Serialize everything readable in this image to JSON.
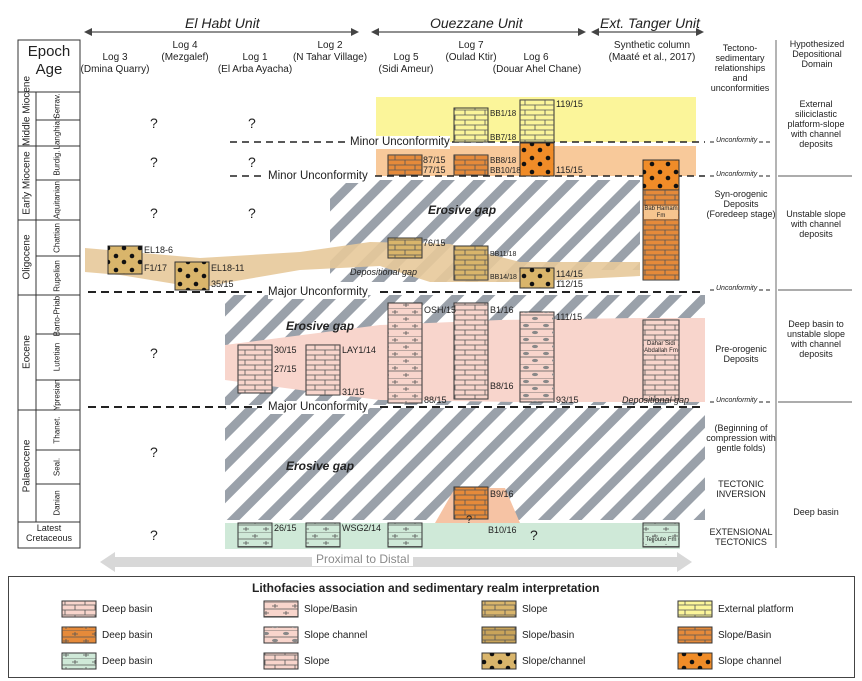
{
  "units": {
    "el_habt": "El Habt Unit",
    "ouezzane": "Ouezzane Unit",
    "tanger": "Ext. Tanger Unit"
  },
  "epoch_header": {
    "line1": "Epoch",
    "line2": "Age"
  },
  "logs": [
    {
      "id": "log3",
      "title": "Log 3",
      "sub": "(Dmina Quarry)"
    },
    {
      "id": "log4",
      "title": "Log 4",
      "sub": "(Mezgalef)"
    },
    {
      "id": "log1",
      "title": "Log 1",
      "sub": "(El Arba Ayacha)"
    },
    {
      "id": "log2",
      "title": "Log 2",
      "sub": "(N Tahar Village)"
    },
    {
      "id": "log5",
      "title": "Log 5",
      "sub": "(Sidi Ameur)"
    },
    {
      "id": "log7",
      "title": "Log 7",
      "sub": "(Oulad Ktir)"
    },
    {
      "id": "log6",
      "title": "Log 6",
      "sub": "(Douar Ahel Chane)"
    },
    {
      "id": "synth",
      "title": "Synthetic column",
      "sub": "(Maaté et al., 2017)"
    }
  ],
  "right_headers": {
    "tectono": "Tectono-sedimentary relationships and unconformities",
    "domain": "Hypothesized Depositional Domain"
  },
  "epochs": [
    {
      "name": "Middle Miocene",
      "ages": [
        "Serrav.",
        "Langhian"
      ]
    },
    {
      "name": "Early Miocene",
      "ages": [
        "Burdig.",
        "Aquitanian"
      ]
    },
    {
      "name": "Oligocene",
      "ages": [
        "Chattian",
        "Rupelian"
      ]
    },
    {
      "name": "Eocene",
      "ages": [
        "Barto-Priab.",
        "Lutetian",
        "Ypresian"
      ]
    },
    {
      "name": "Palaeocene",
      "ages": [
        "Thanet.",
        "Seal.",
        "Danian"
      ]
    },
    {
      "name": "Latest Cretaceous",
      "ages": []
    }
  ],
  "question_mark": "?",
  "unconformities": {
    "minor1": "Minor Unconformity",
    "minor2": "Minor Unconformity",
    "major1": "Major Unconformity",
    "major2": "Major Unconformity"
  },
  "gap_labels": {
    "erosive1": "Erosive gap",
    "erosive2": "Erosive gap",
    "erosive3": "Erosive gap",
    "depositional1": "Depositional gap",
    "depositional2": "Depositional gap"
  },
  "samples": {
    "el18_6": "EL18-6",
    "f1_17": "F1/17",
    "el18_11": "EL18-11",
    "s35_15": "35/15",
    "s30_15": "30/15",
    "s27_15": "27/15",
    "lay1_14": "LAY1/14",
    "s31_15": "31/15",
    "s26_15": "26/15",
    "wsg2_14": "WSG2/14",
    "s87_15": "87/15",
    "s77_15": "77/15",
    "s76_15": "76/15",
    "osh_15": "OSH/15",
    "s88_15": "88/15",
    "bb1_18": "BB1/18",
    "bb7_18": "BB7/18",
    "bb8_18": "BB8/18",
    "bb10_18": "BB10/18",
    "bb11_18": "BB11/18",
    "bb14_18": "BB14/18",
    "b1_16": "B1/16",
    "b8_16": "B8/16",
    "b9_16": "B9/16",
    "b10_16": "B10/16",
    "s119_15": "119/15",
    "s115_15": "115/15",
    "s114_15": "114/15",
    "s112_15": "112/15",
    "s111_15": "111/15",
    "s93_15": "93/15"
  },
  "formations": {
    "bab_hamam": "Bab Hamam Fm",
    "dahar": "Dahar Sidi Abdallah Fm",
    "tejjoute": "Tejjoute Fm"
  },
  "tectono_labels": {
    "unconf1": "Unconformity",
    "unconf2": "Unconformity",
    "unconf3": "Unconformity",
    "unconf4": "Unconformity",
    "syn": "Syn-orogenic Deposits (Foredeep stage)",
    "pre": "Pre-orogenic Deposits",
    "compression": "(Beginning of compression with gentle folds)",
    "inversion": "TECTONIC INVERSION",
    "extensional": "EXTENSIONAL TECTONICS"
  },
  "domain_labels": {
    "external": "External siliciclastic platform-slope with channel deposits",
    "unstable": "Unstable slope with channel deposits",
    "deep_unstable": "Deep basin to unstable slope with channel deposits",
    "deep": "Deep basin"
  },
  "arrow_label": "Proximal to Distal",
  "legend": {
    "title": "Lithofacies association and sedimentary realm interpretation",
    "items": [
      {
        "label": "Deep basin",
        "pattern": "brick-pink"
      },
      {
        "label": "Slope/Basin",
        "pattern": "marl-pink"
      },
      {
        "label": "Slope",
        "pattern": "brick-tan"
      },
      {
        "label": "External platform",
        "pattern": "brick-yellow"
      },
      {
        "label": "Deep basin",
        "pattern": "marl-orange"
      },
      {
        "label": "Slope channel",
        "pattern": "pebble-pink"
      },
      {
        "label": "Slope/basin",
        "pattern": "brick-tan-dark"
      },
      {
        "label": "Slope/Basin",
        "pattern": "brick-orange"
      },
      {
        "label": "Deep basin",
        "pattern": "marl-green"
      },
      {
        "label": "Slope",
        "pattern": "brick-pink-plain"
      },
      {
        "label": "Slope/channel",
        "pattern": "dots-tan"
      },
      {
        "label": "Slope channel",
        "pattern": "dots-orange"
      }
    ]
  },
  "colors": {
    "pink": "#f8d5cc",
    "tan": "#d9b56b",
    "orange": "#f08c28",
    "yellow": "#fbf59a",
    "green": "#cfe9d8",
    "peach": "#f8c99a",
    "hatch": "#9aa1aa"
  }
}
